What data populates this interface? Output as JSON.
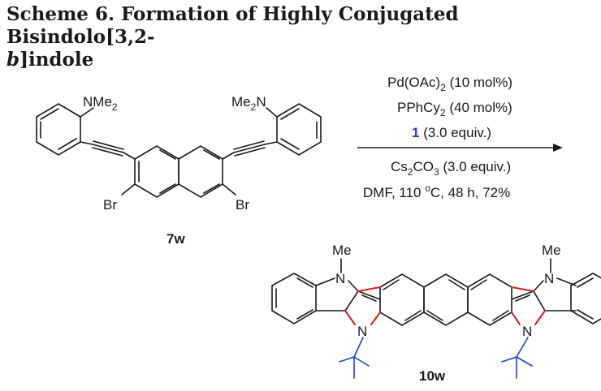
{
  "caption": {
    "scheme_label": "Scheme 6.",
    "title_main": "Formation of Highly Conjugated Bisindolo[3,2-",
    "title_italic": "b",
    "title_end": "]indole"
  },
  "reactant": {
    "label": "7w",
    "nme2_left": "NMe",
    "nme2_left_sub": "2",
    "nme2_right_pre": "Me",
    "nme2_right_sub": "2",
    "nme2_right_post": "N",
    "br_left": "Br",
    "br_right": "Br"
  },
  "conditions": {
    "line1_pre": "Pd(OAc)",
    "line1_sub": "2",
    "line1_post": " (10 mol%)",
    "line2_pre": "PPhCy",
    "line2_sub": "2",
    "line2_post": " (40 mol%)",
    "line3_bold": "1",
    "line3_rest": " (3.0 equiv.)",
    "line4_pre": "Cs",
    "line4_sub1": "2",
    "line4_mid": "CO",
    "line4_sub2": "3",
    "line4_post": " (3.0 equiv.)",
    "line5_pre": "DMF, 110 ",
    "line5_sup": "o",
    "line5_post": "C, 48 h, 72%"
  },
  "product": {
    "label": "10w",
    "me_left": "Me",
    "me_right": "Me",
    "n_top_left": "N",
    "n_top_right": "N",
    "n_bottom_left": "N",
    "n_bottom_right": "N"
  },
  "colors": {
    "bond": "#1a1a1a",
    "new_bond": "#e02020",
    "tbu": "#2040d0",
    "reagent_highlight": "#1f3fd0"
  }
}
